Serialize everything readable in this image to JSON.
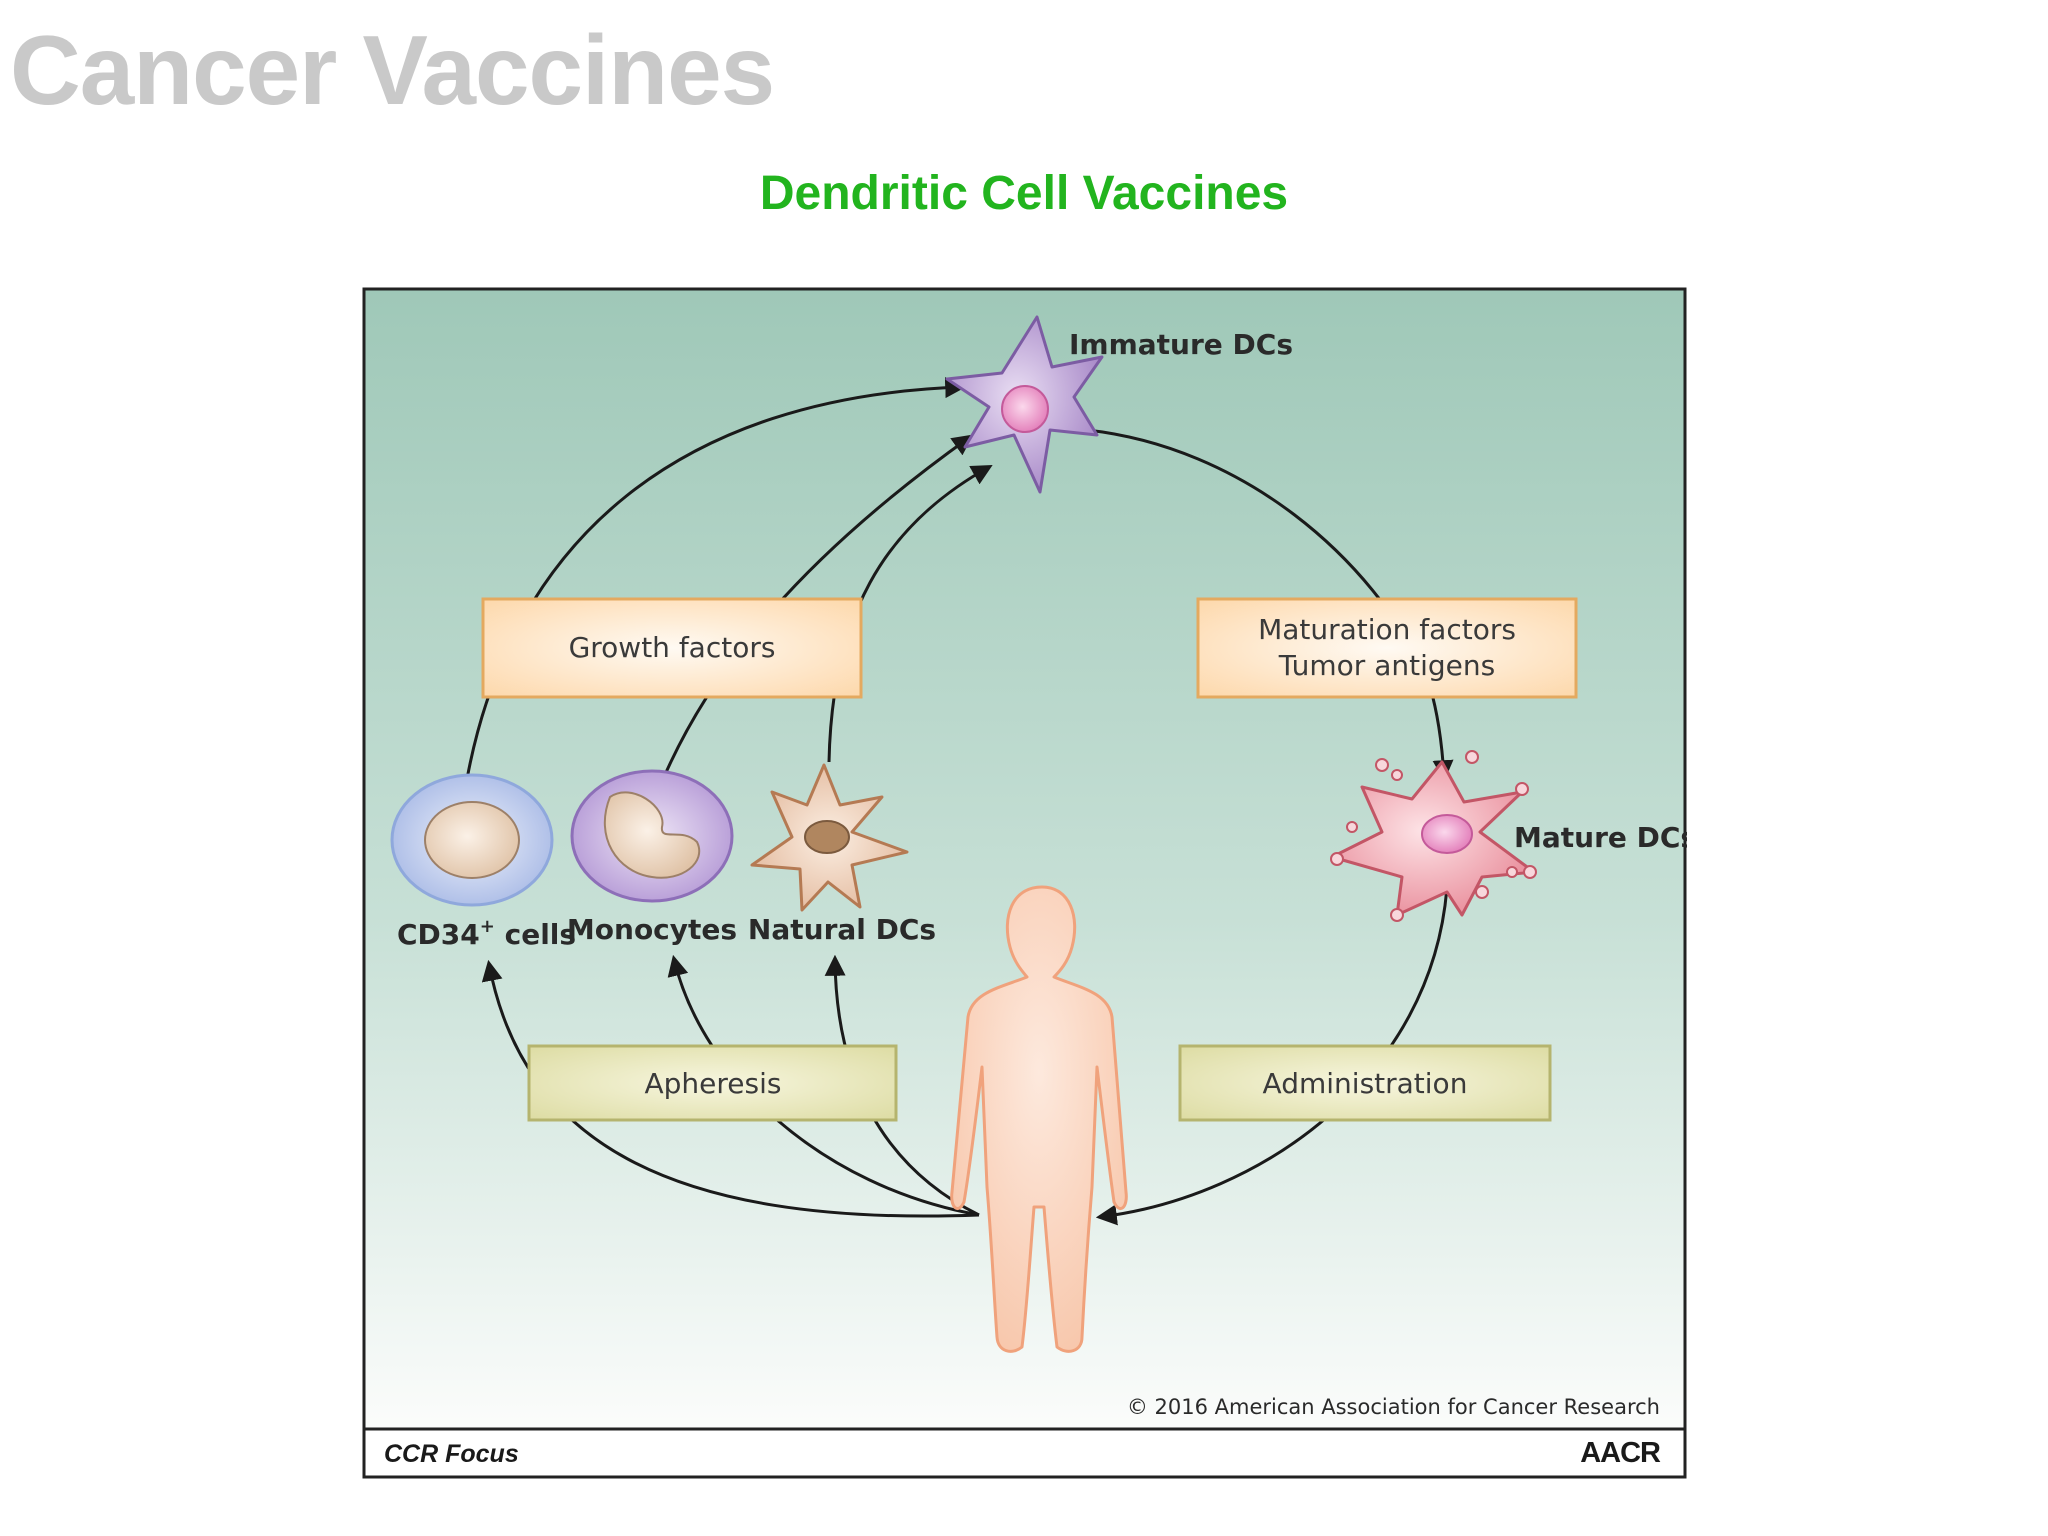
{
  "slide": {
    "title": "Cancer Vaccines",
    "subtitle": "Dendritic Cell Vaccines"
  },
  "figure": {
    "cells": {
      "immature_dcs": "Immature DCs",
      "mature_dcs": "Mature DCs",
      "cd34_cells_main": "CD34",
      "cd34_cells_sup": "+",
      "cd34_cells_suffix": " cells",
      "monocytes": "Monocytes",
      "natural_dcs": "Natural DCs"
    },
    "boxes": {
      "growth_factors": "Growth factors",
      "maturation_line1": "Maturation factors",
      "maturation_line2": "Tumor antigens",
      "apheresis": "Apheresis",
      "administration": "Administration"
    },
    "copyright": "© 2016 American Association for Cancer Research",
    "footer_left": "CCR Focus",
    "footer_right": "AACR",
    "colors": {
      "bg_top": "#9fc8b8",
      "bg_bottom": "#fbfcfb",
      "orange_box": "#fde2c0",
      "olive_box": "#e8e7b7",
      "immature_dc": "#b79bd1",
      "mature_dc": "#f1a9b3",
      "stem_cell": "#c9d7f1",
      "natural_dc": "#f1d2b9",
      "title_green": "#22b41e",
      "title_gray": "#c9c9c9"
    }
  }
}
